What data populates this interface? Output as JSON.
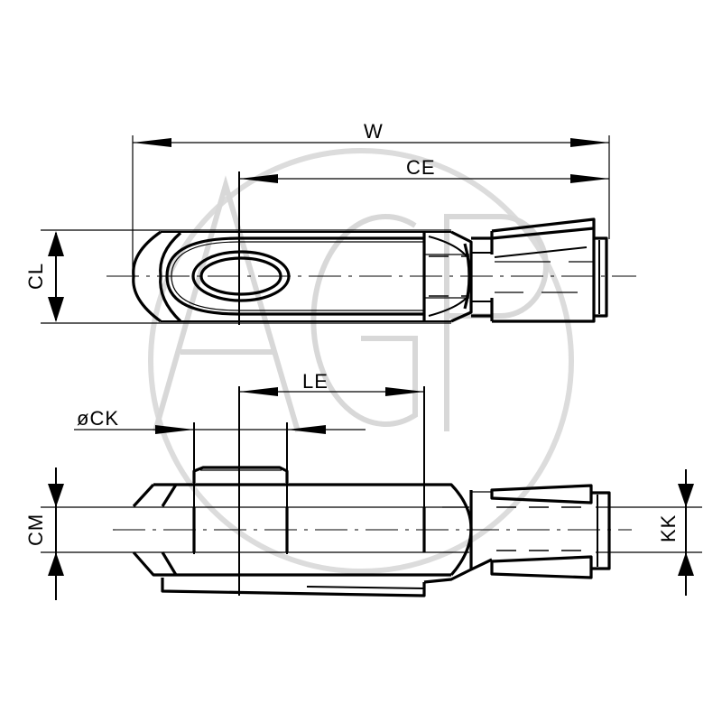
{
  "diagram": {
    "subject": "Clevis rod end (fork head) technical drawing",
    "views": [
      "top-view",
      "side-view"
    ],
    "watermark": {
      "text": "AGP",
      "color": "#d6d6d6",
      "shape": "circle"
    },
    "line_color": "#000000",
    "background": "#ffffff"
  },
  "dimensions": {
    "w": "W",
    "ce": "CE",
    "cl": "CL",
    "le": "LE",
    "ck": "øCK",
    "cm": "CM",
    "kk": "KK"
  }
}
